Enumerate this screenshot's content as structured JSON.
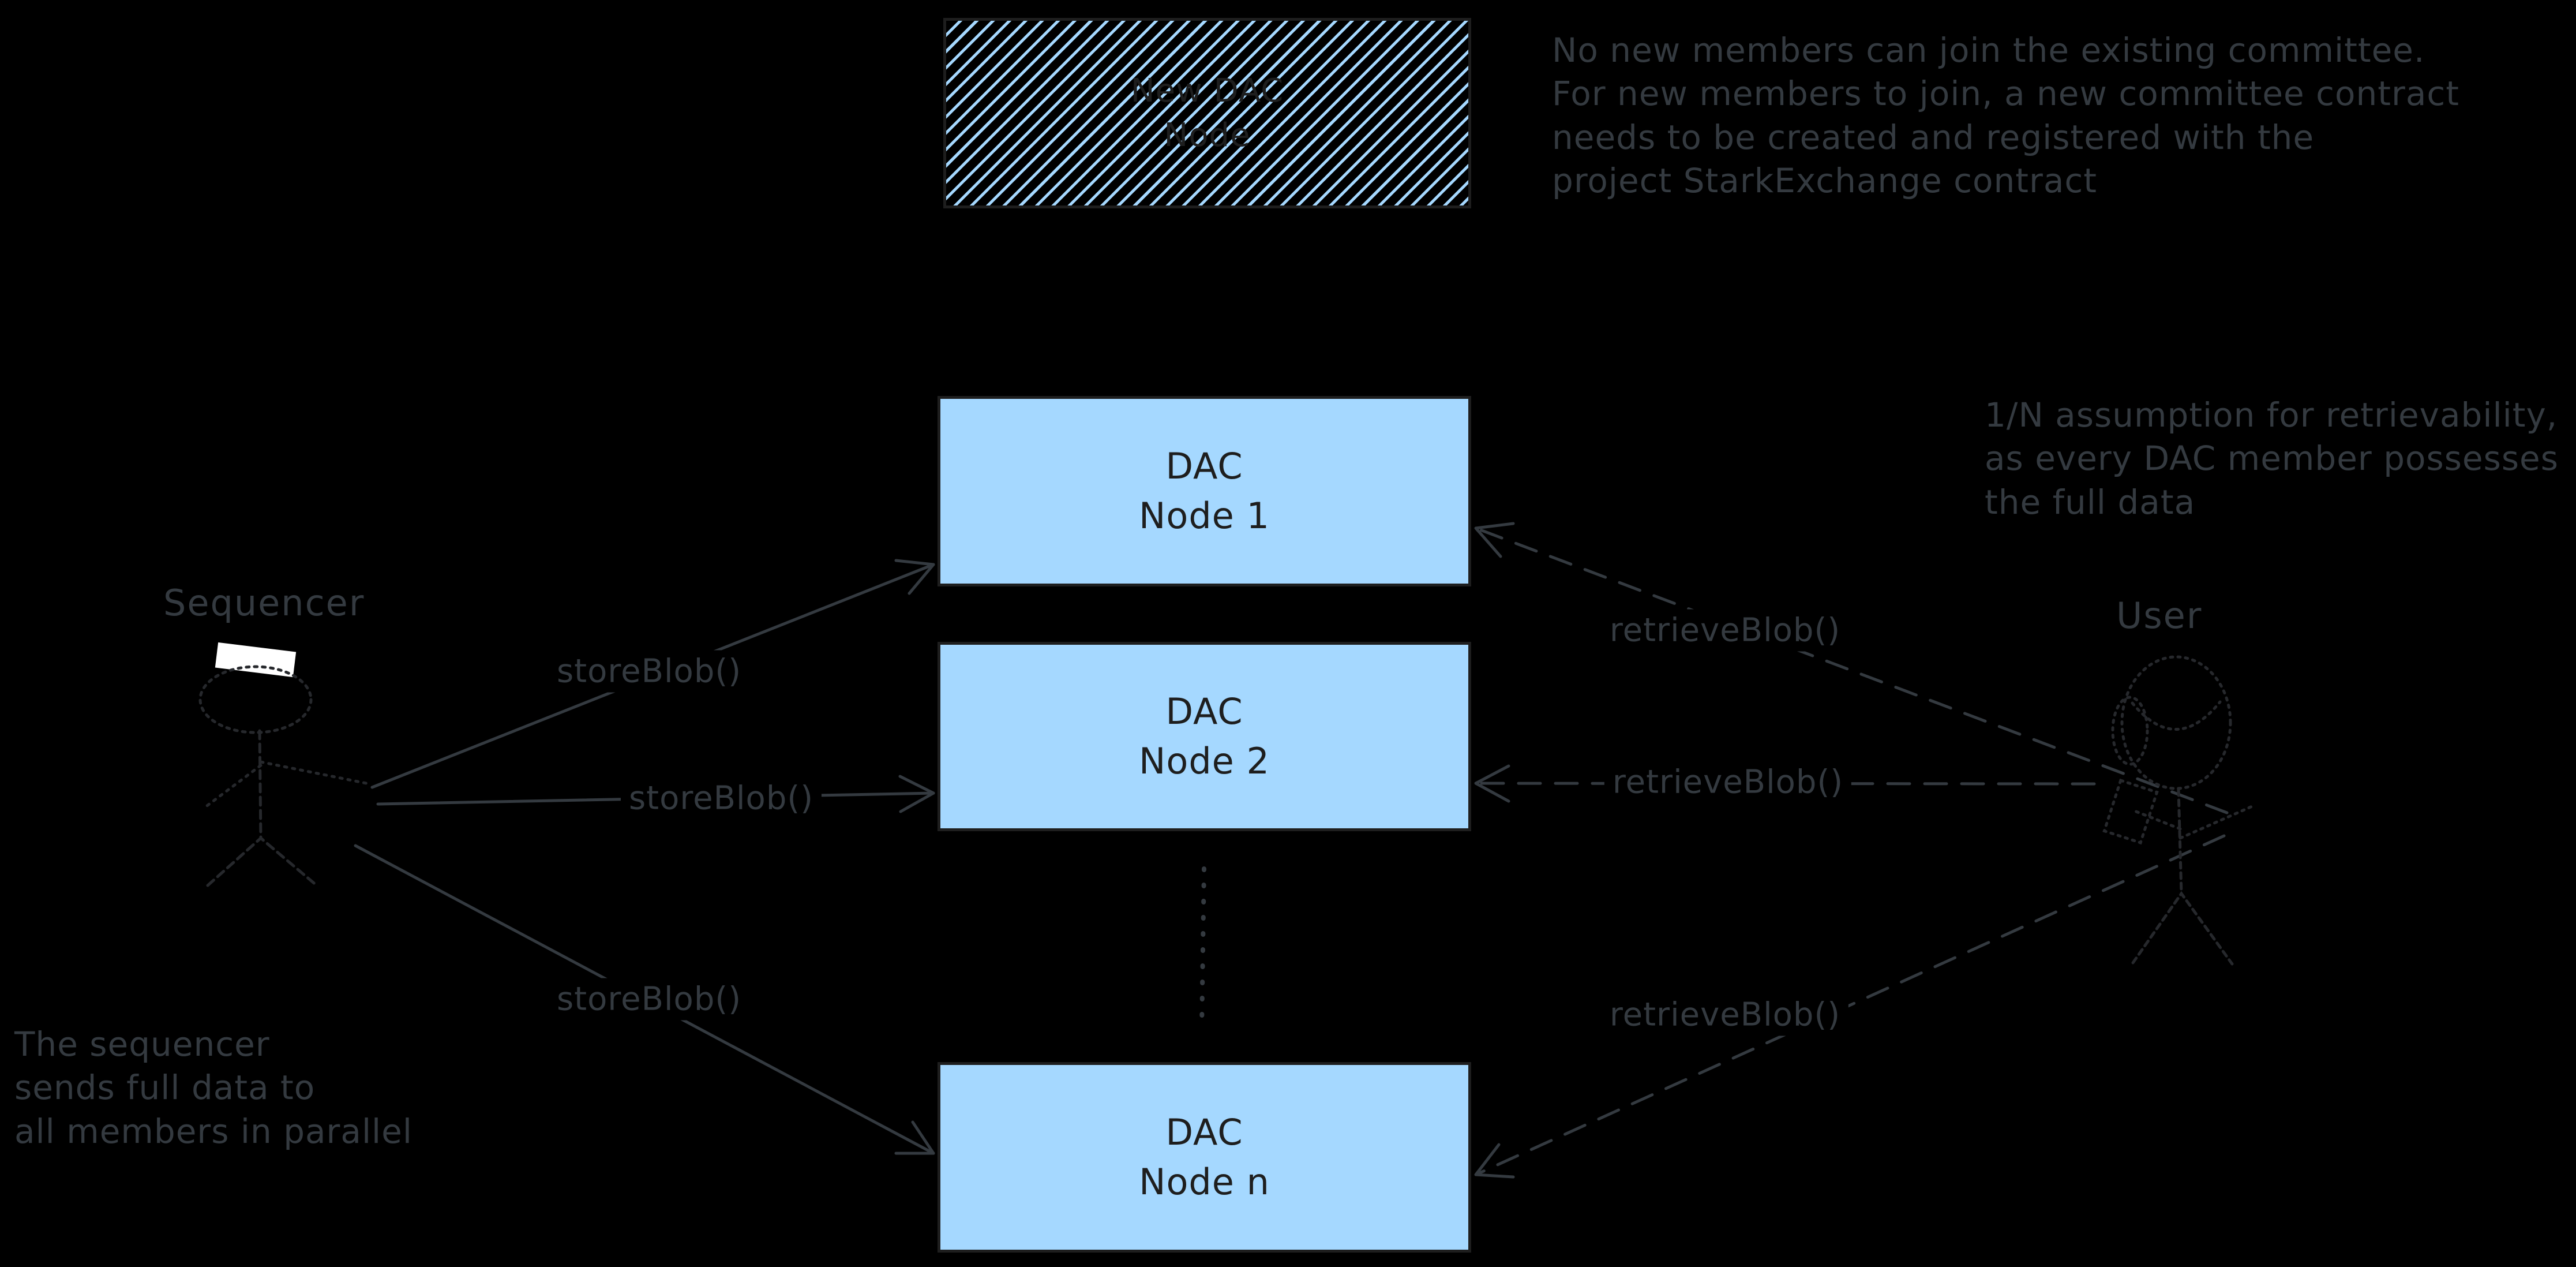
{
  "colors": {
    "background": "#000000",
    "node_fill": "#a5d8ff",
    "node_stroke": "#1e1e1e",
    "node_text": "#1e1e1e",
    "annotation_text": "#343a40",
    "sequencer_hat": "#ffffff"
  },
  "boxes": {
    "new_dac_node": {
      "label": "New DAC\nNode",
      "style": "hatched"
    },
    "dac_node_1": {
      "label": "DAC\nNode 1",
      "style": "solid"
    },
    "dac_node_2": {
      "label": "DAC\nNode 2",
      "style": "solid"
    },
    "dac_node_n": {
      "label": "DAC\nNode n",
      "style": "solid"
    }
  },
  "actors": {
    "sequencer": {
      "label": "Sequencer"
    },
    "user": {
      "label": "User"
    }
  },
  "edges": {
    "store_blob_1": {
      "label": "storeBlob()",
      "from": "sequencer",
      "to": "dac_node_1",
      "style": "solid-arrow"
    },
    "store_blob_2": {
      "label": "storeBlob()",
      "from": "sequencer",
      "to": "dac_node_2",
      "style": "solid-arrow"
    },
    "store_blob_3": {
      "label": "storeBlob()",
      "from": "sequencer",
      "to": "dac_node_n",
      "style": "solid-arrow"
    },
    "retrieve_blob_1": {
      "label": "retrieveBlob()",
      "from": "user",
      "to": "dac_node_1",
      "style": "dashed-arrow"
    },
    "retrieve_blob_2": {
      "label": "retrieveBlob()",
      "from": "user",
      "to": "dac_node_2",
      "style": "dashed-arrow"
    },
    "retrieve_blob_3": {
      "label": "retrieveBlob()",
      "from": "user",
      "to": "dac_node_n",
      "style": "dashed-arrow"
    },
    "node_ellipsis": {
      "label": "",
      "from": "dac_node_2",
      "to": "dac_node_n",
      "style": "dotted"
    }
  },
  "annotations": {
    "committee_note": "No new members can join the existing committee.\nFor new members to join, a new committee contract\nneeds to be created and registered with the\nproject StarkExchange contract",
    "retrievability_note": "1/N assumption for retrievability,\nas every DAC member possesses\nthe full data",
    "sequencer_note": "The sequencer\nsends full data to\nall members in parallel"
  }
}
